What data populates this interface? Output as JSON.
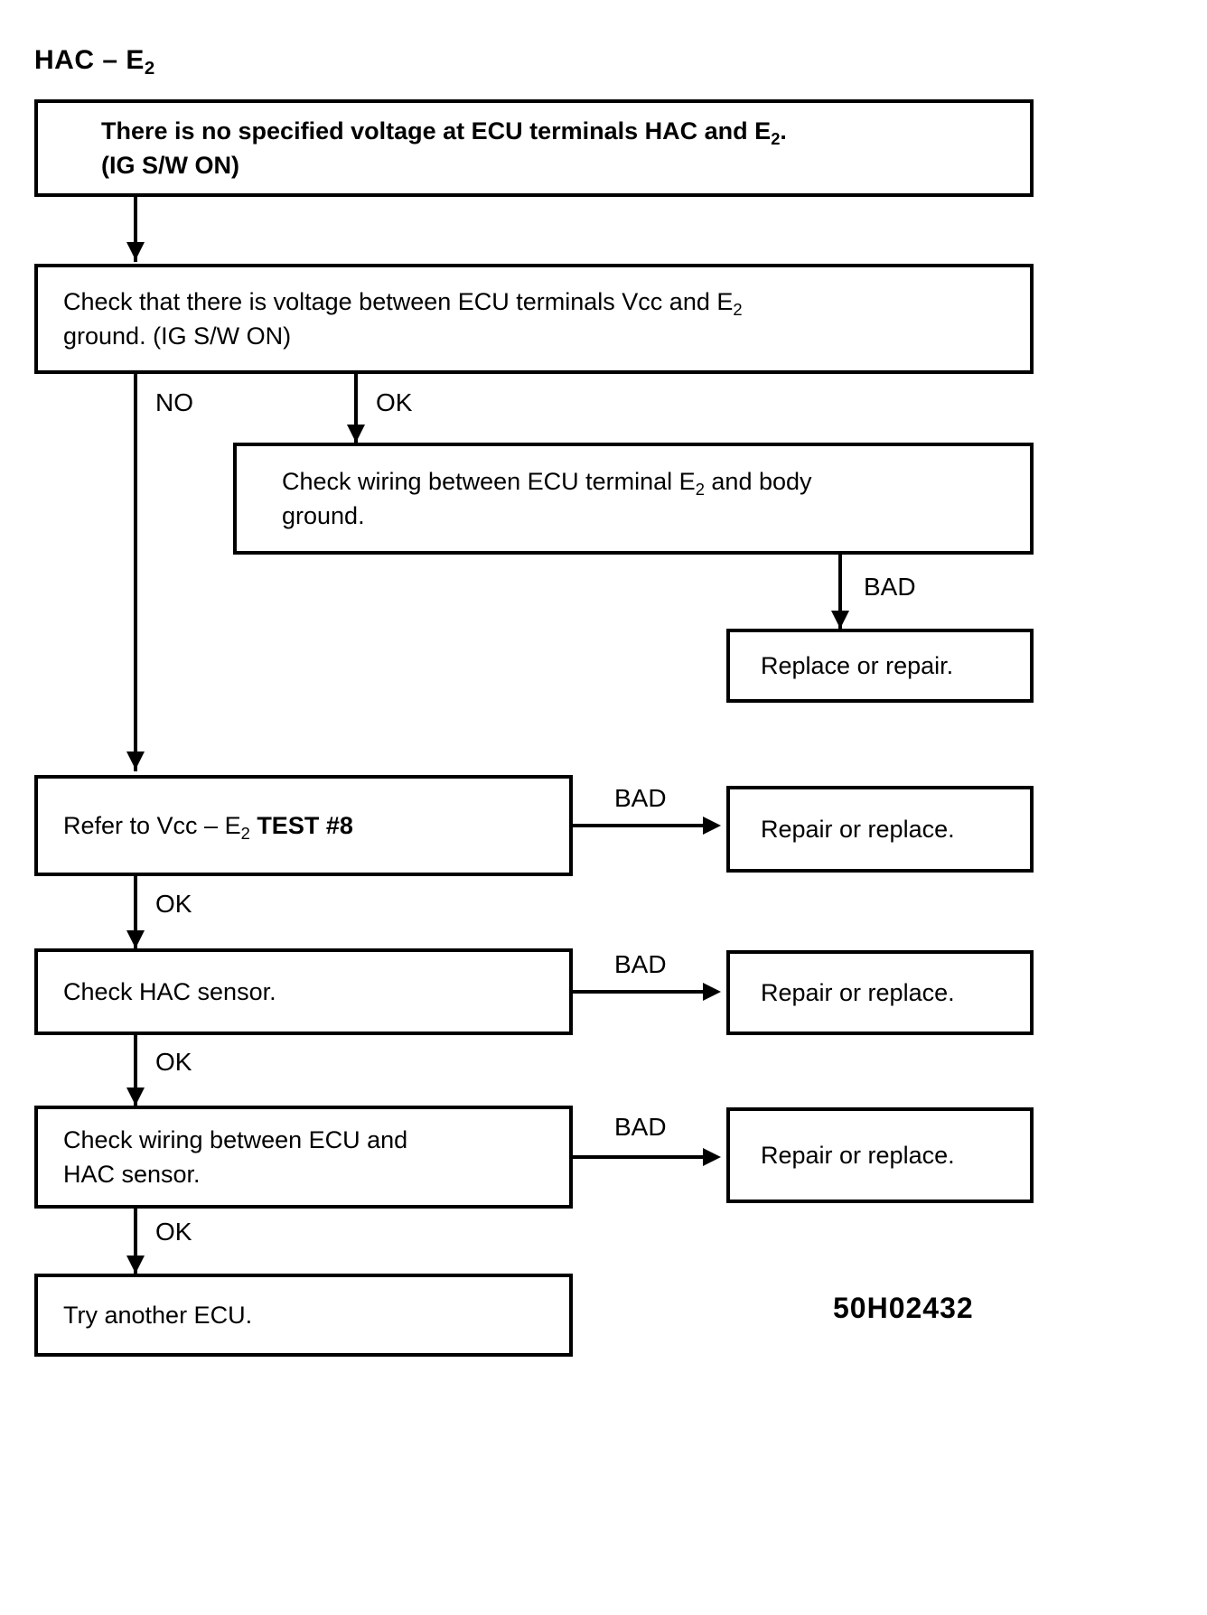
{
  "title": {
    "text_before": "HAC – E",
    "subscript": "2"
  },
  "nodes": {
    "problem": {
      "line1_a": "There is no specified voltage at ECU terminals HAC and E",
      "line1_sub": "2",
      "line1_b": ".",
      "line2": "(IG S/W ON)"
    },
    "check_vcc": {
      "line1_a": "Check that there is voltage between ECU terminals Vcc and E",
      "line1_sub": "2",
      "line2": "ground.  (IG S/W ON)"
    },
    "check_ground_wiring": {
      "line1_a": "Check wiring between ECU terminal E",
      "line1_sub": "2",
      "line1_b": "  and body",
      "line2": "ground."
    },
    "replace_or_repair": {
      "line1": "Replace or repair."
    },
    "refer_test8": {
      "line1_a": "Refer to Vcc – E",
      "line1_sub": "2",
      "line1_b": "    TEST #8"
    },
    "repair_or_replace_1": {
      "line1": "Repair or replace."
    },
    "check_hac_sensor": {
      "line1": "Check HAC sensor."
    },
    "repair_or_replace_2": {
      "line1": "Repair or replace."
    },
    "check_ecu_hac_wiring": {
      "line1": "Check wiring between ECU and",
      "line2": "HAC sensor."
    },
    "repair_or_replace_3": {
      "line1": "Repair or replace."
    },
    "try_another_ecu": {
      "line1": "Try another ECU."
    }
  },
  "edges": {
    "no_1": "NO",
    "ok_1": "OK",
    "bad_ground": "BAD",
    "bad_test8": "BAD",
    "ok_test8": "OK",
    "bad_hac_sensor": "BAD",
    "ok_hac_sensor": "OK",
    "bad_ecu_wiring": "BAD",
    "ok_ecu_wiring": "OK"
  },
  "figure_code": "50H02432",
  "colors": {
    "ink": "#000000",
    "paper": "#ffffff"
  }
}
